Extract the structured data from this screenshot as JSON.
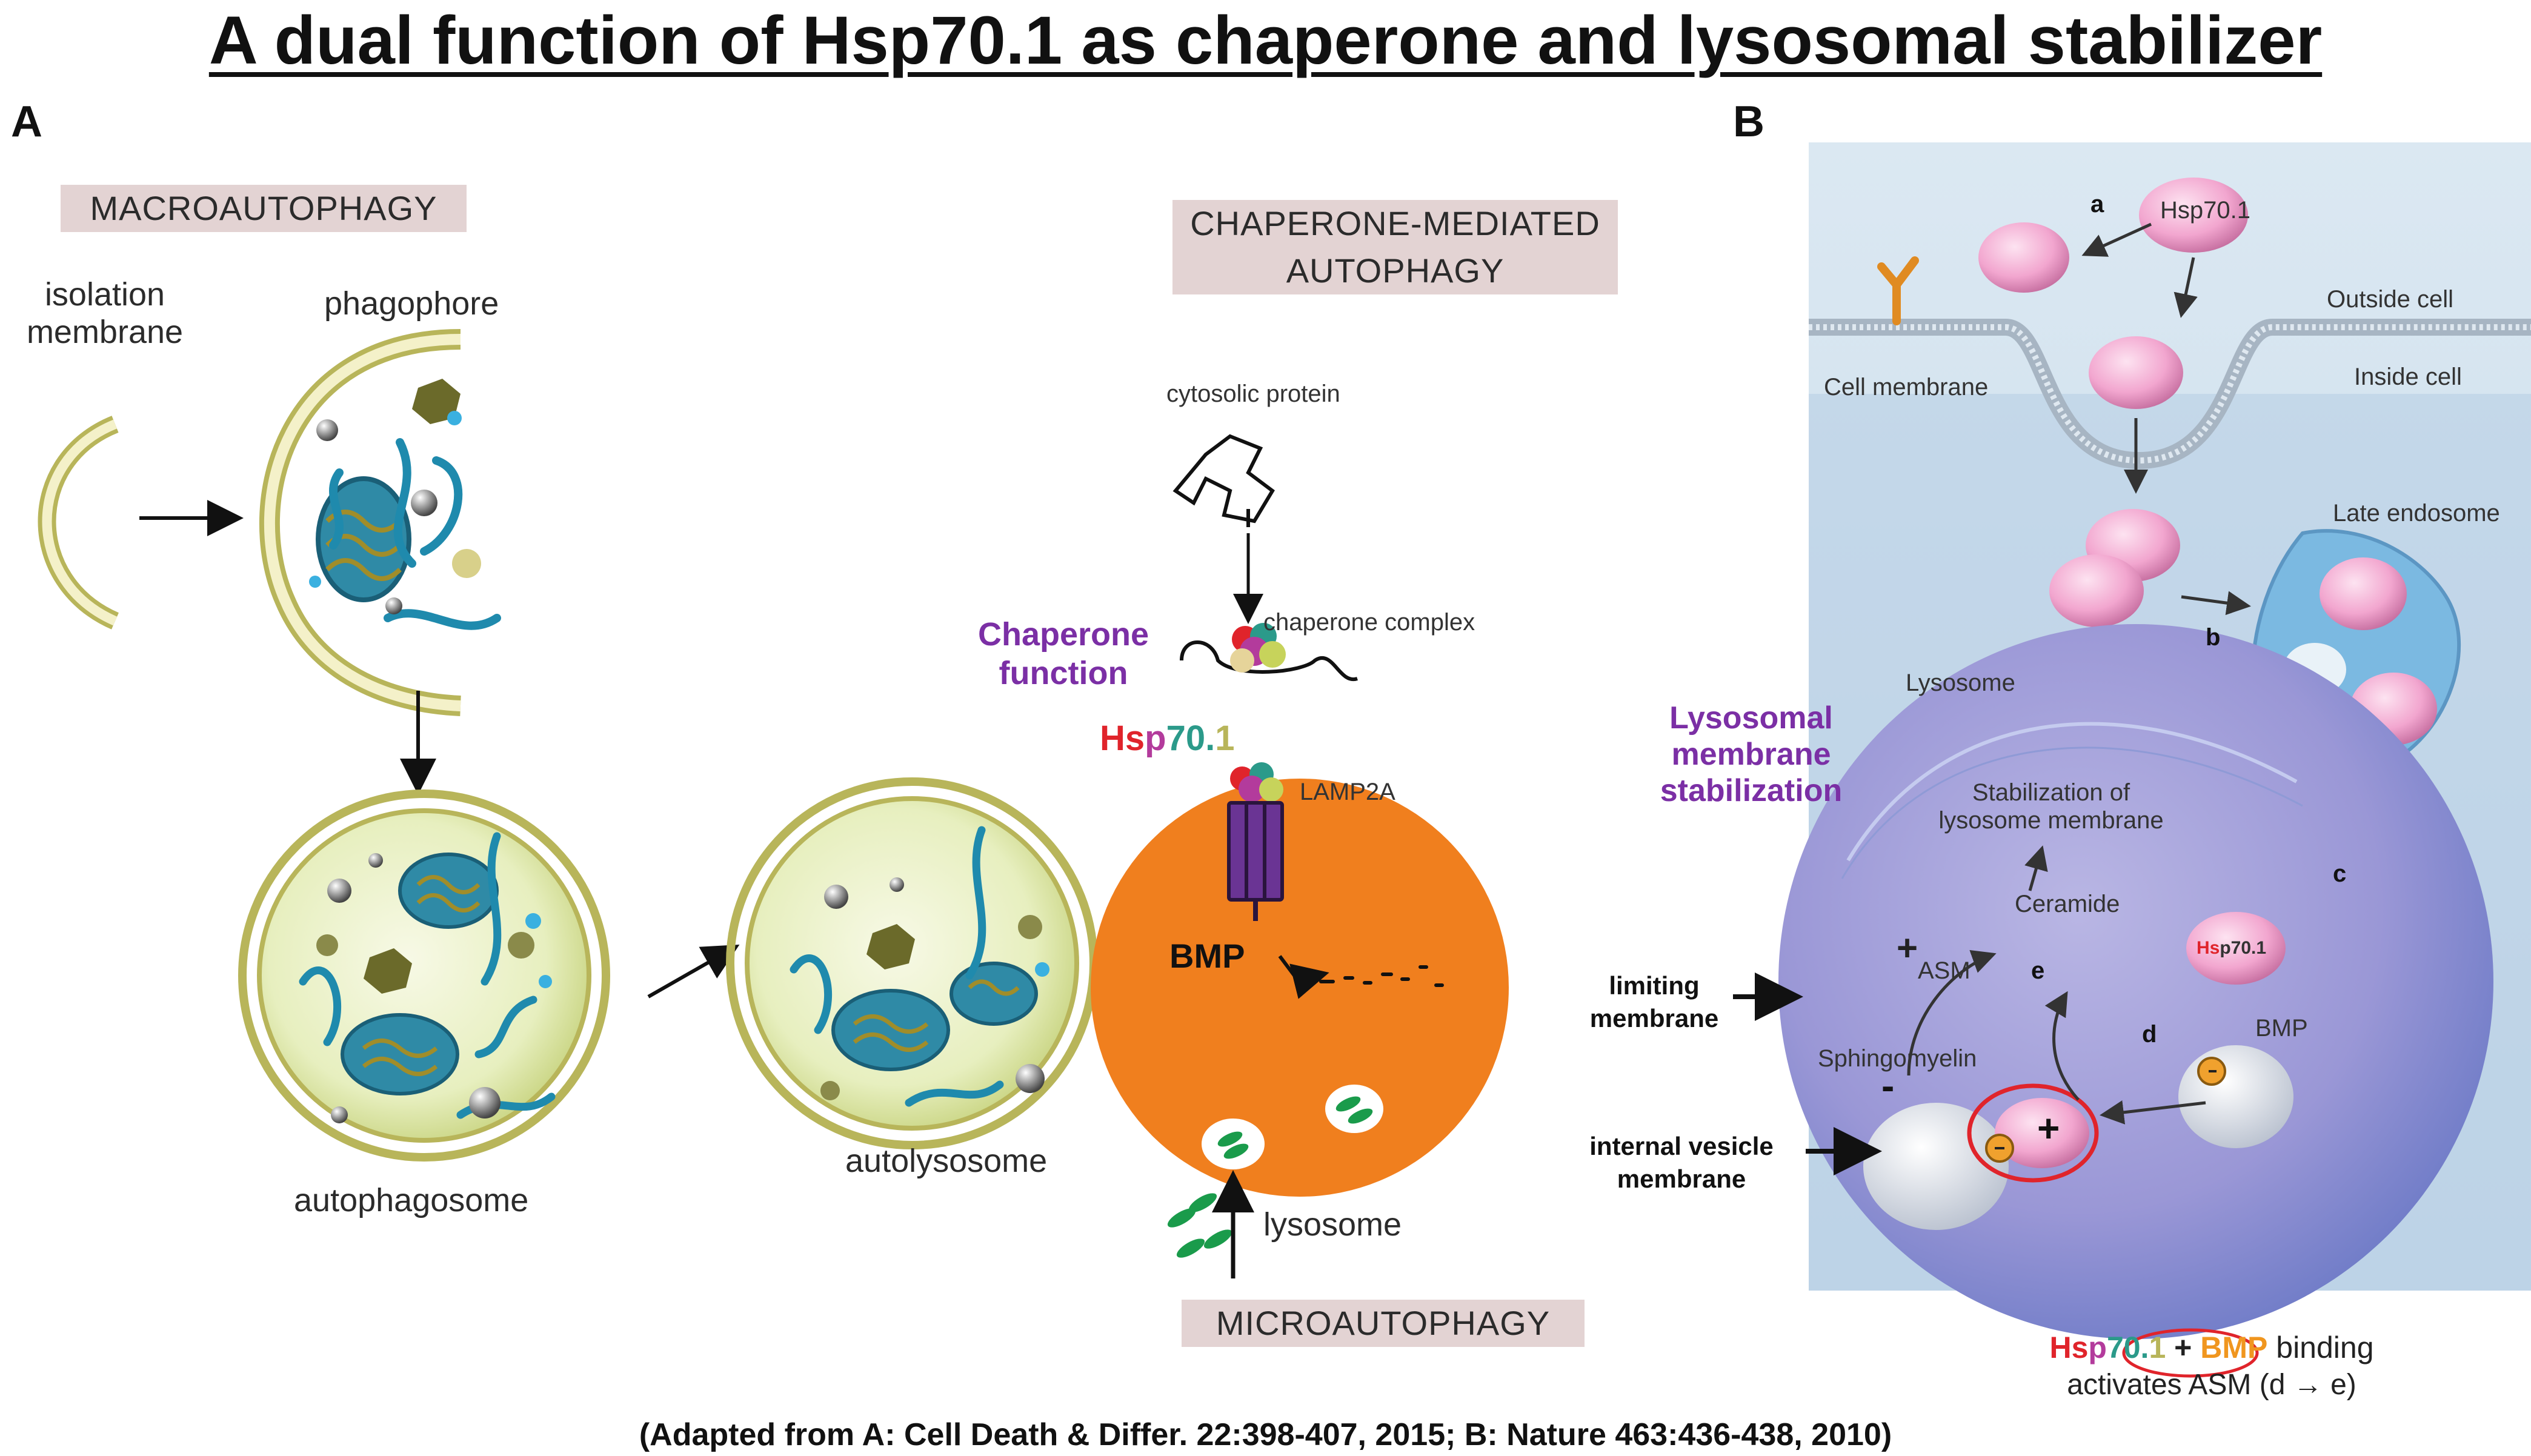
{
  "title": "A dual function of Hsp70.1 as chaperone and lysosomal stabilizer",
  "panel_a": {
    "letter": "A",
    "macroautophagy": "MACROAUTOPHAGY",
    "isolation_membrane": [
      "isolation",
      "membrane"
    ],
    "phagophore": "phagophore",
    "autophagosome": "autophagosome",
    "autolysosome": "autolysosome",
    "cma": [
      "CHAPERONE-MEDIATED",
      "AUTOPHAGY"
    ],
    "cytosolic_protein": "cytosolic protein",
    "chaperone_complex": "chaperone complex",
    "chaperone_function": [
      "Chaperone",
      "function"
    ],
    "hsp_parts": [
      "Hs",
      "p",
      "70.",
      "1"
    ],
    "lamp2a": "LAMP2A",
    "bmp": "BMP",
    "lysosome": "lysosome",
    "microautophagy": "MICROAUTOPHAGY"
  },
  "panel_b": {
    "letter": "B",
    "a": "a",
    "b": "b",
    "c": "c",
    "d": "d",
    "e": "e",
    "hsp701": "Hsp70.1",
    "outside_cell": "Outside cell",
    "inside_cell": "Inside cell",
    "cell_membrane": "Cell membrane",
    "late_endosome": "Late endosome",
    "lysosome": "Lysosome",
    "stabilization": [
      "Stabilization of",
      "lysosome membrane"
    ],
    "ceramide": "Ceramide",
    "asm_plus": "+",
    "asm": "ASM",
    "sphingomyelin": "Sphingomyelin",
    "bmp": "BMP",
    "hsp_small": [
      "Hs",
      "p70.1"
    ],
    "plus": "+",
    "minus": "-",
    "lysosomal_stab": [
      "Lysosomal",
      "membrane",
      "stabilization"
    ],
    "limiting_membrane": [
      "limiting",
      "membrane"
    ],
    "internal_vesicle": [
      "internal vesicle",
      "membrane"
    ],
    "caption_line1_parts": [
      "Hs",
      "p",
      "70.",
      "1",
      " + ",
      "BMP",
      "binding"
    ],
    "caption_line2": "activates ASM (d → e)"
  },
  "footer": "(Adapted from A: Cell Death & Differ. 22:398-407, 2015; B: Nature 463:436-438, 2010)",
  "colors": {
    "orange_lysosome": "#f07f1e",
    "pink_protein": "#f2a6cf",
    "purple_label": "#7b2fa5",
    "panel_b_bg": "#cfe0ee",
    "red_text": "#e0242b",
    "green_text": "#2e8a5a",
    "bmp_orange": "#f0961f"
  }
}
